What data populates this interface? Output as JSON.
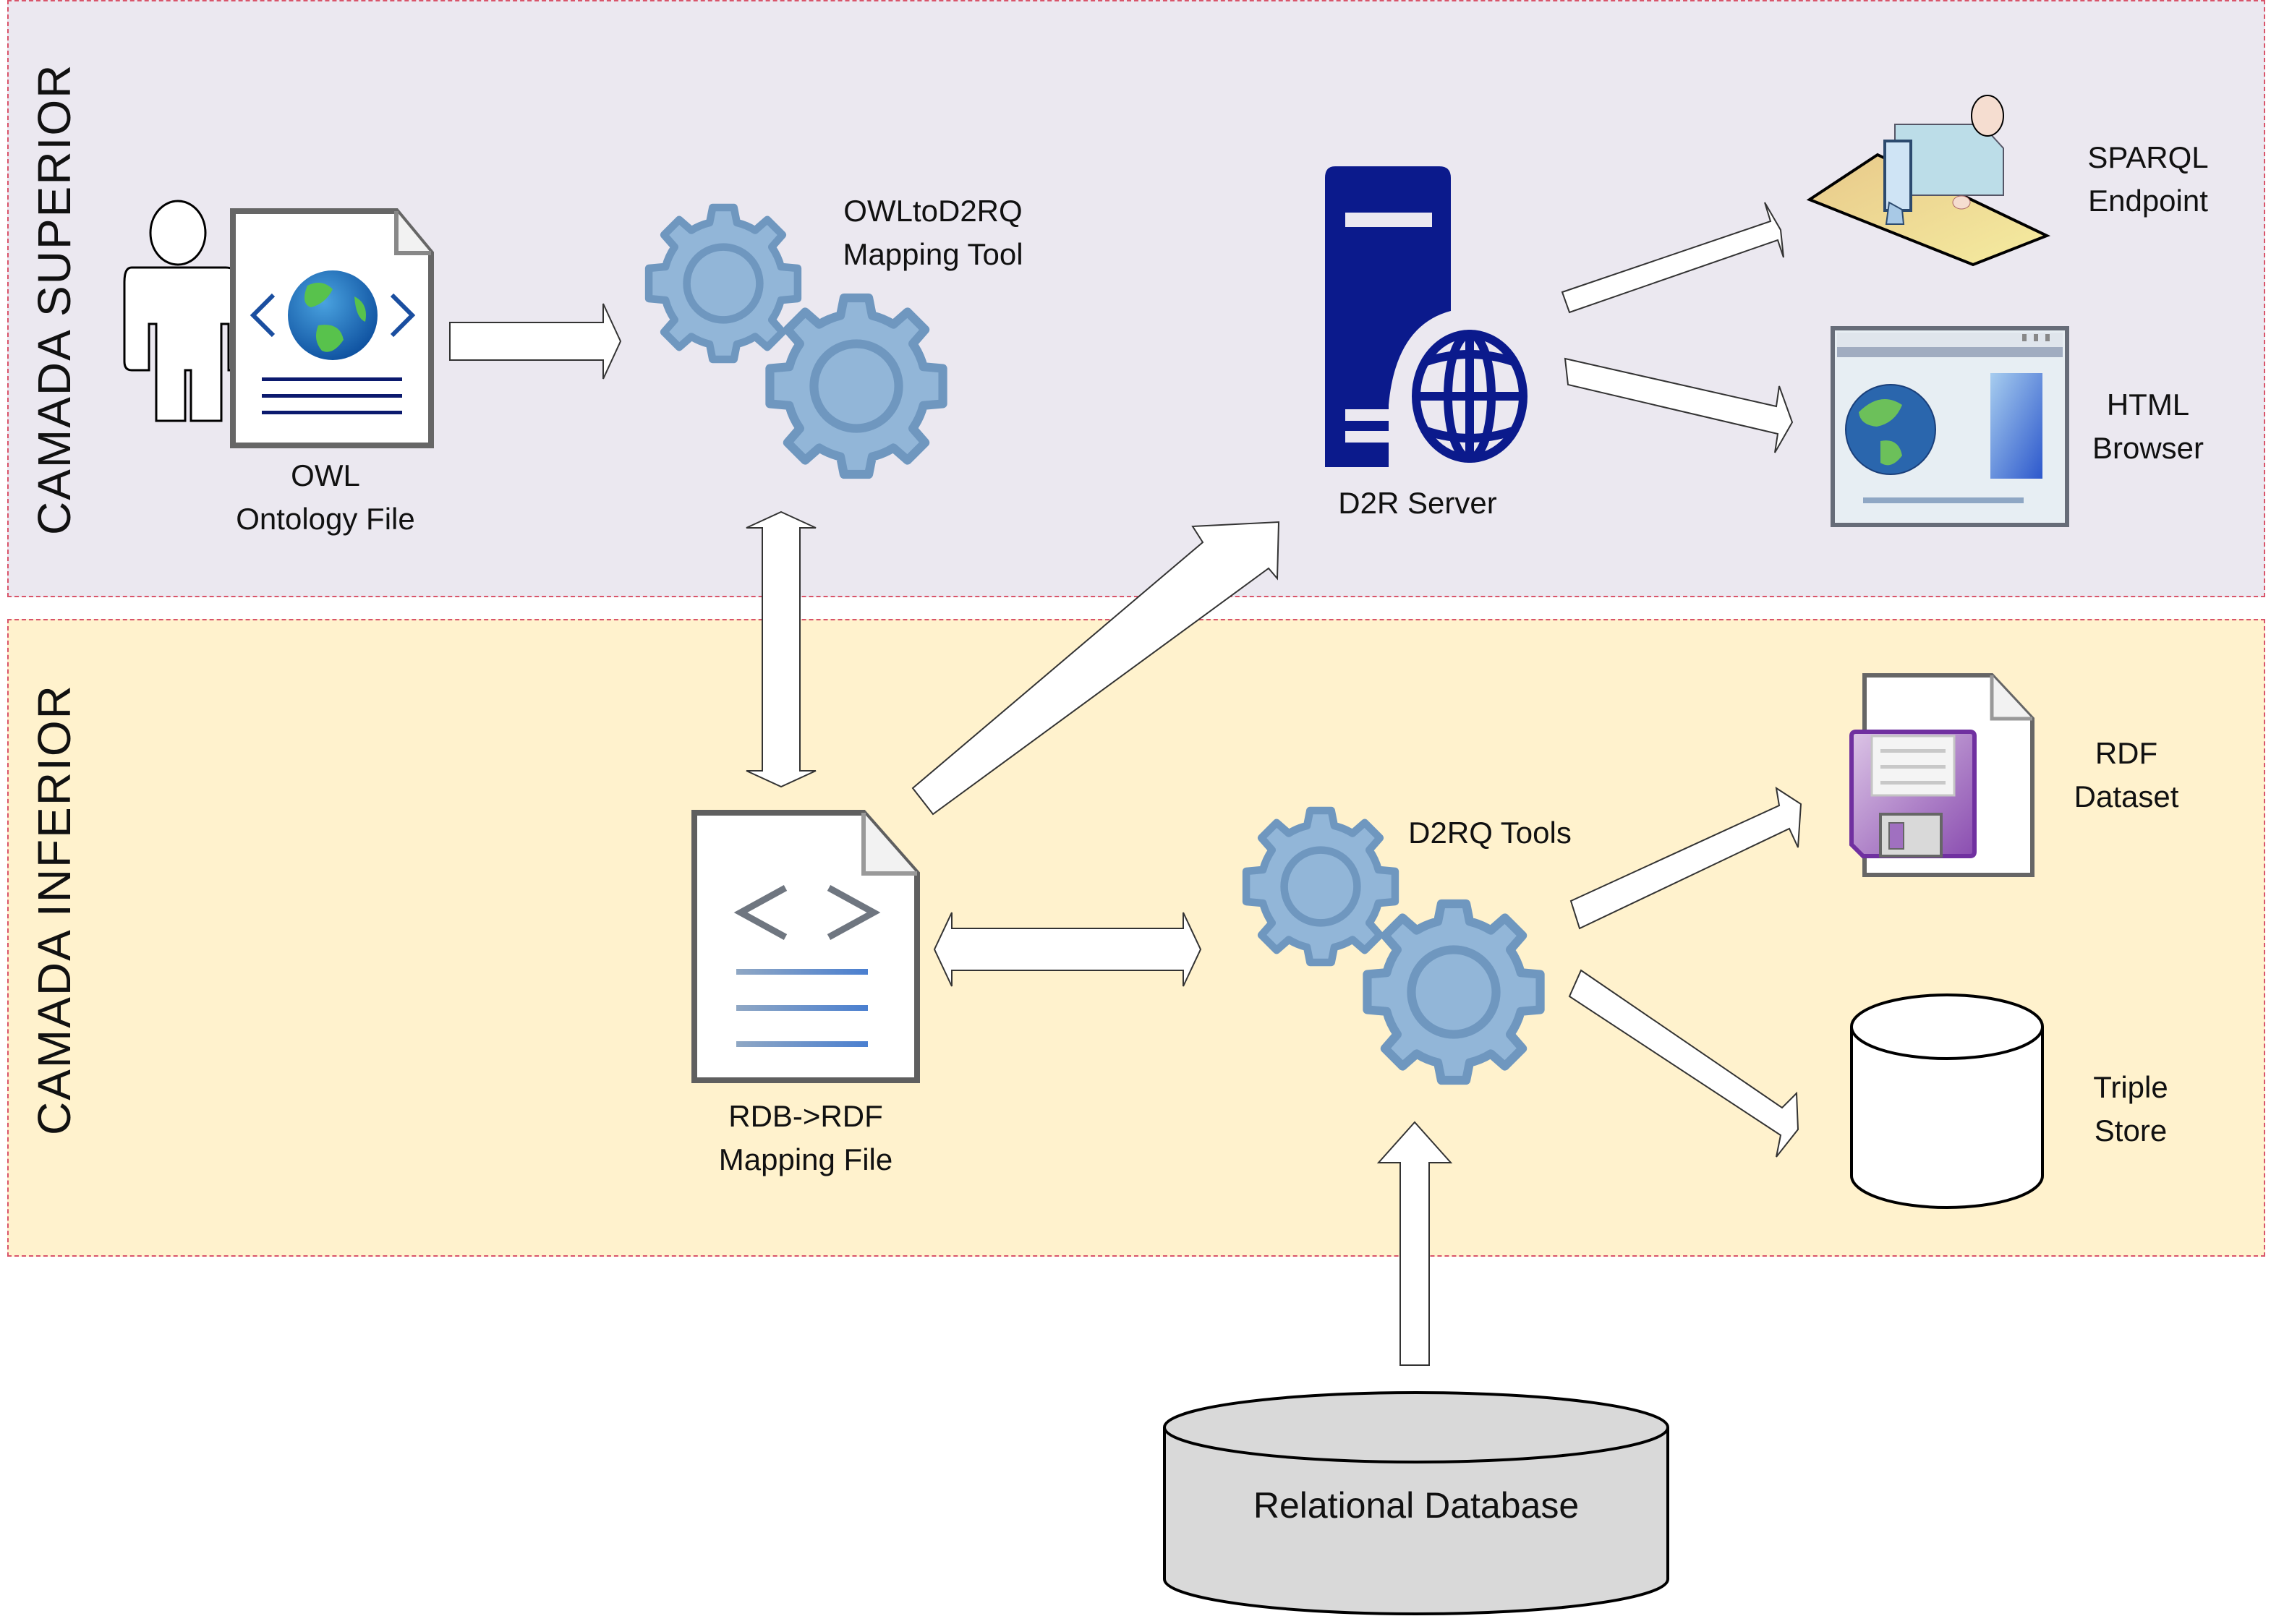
{
  "layers": {
    "upper": {
      "title": "CAMADA SUPERIOR",
      "fill": "#ebe8f0"
    },
    "lower": {
      "title": "CAMADA INFERIOR",
      "fill": "#fff2cd"
    },
    "border_color": "#d9546a"
  },
  "nodes": {
    "owl_file": {
      "line1": "OWL",
      "line2": "Ontology File"
    },
    "owl_to_d2rq": {
      "line1": "OWLtoD2RQ",
      "line2": "Mapping Tool"
    },
    "d2r_server": {
      "label": "D2R Server"
    },
    "sparql": {
      "line1": "SPARQL",
      "line2": "Endpoint"
    },
    "html_browser": {
      "line1": "HTML",
      "line2": "Browser"
    },
    "mapping_file": {
      "line1": "RDB->RDF",
      "line2": "Mapping File"
    },
    "d2rq_tools": {
      "label": "D2RQ Tools"
    },
    "rdf_dataset": {
      "line1": "RDF",
      "line2": "Dataset"
    },
    "triple_store": {
      "line1": "Triple",
      "line2": "Store"
    },
    "relational_db": {
      "label": "Relational Database"
    }
  },
  "colors": {
    "gear_fill": "#92b6d8",
    "gear_stroke": "#6f97bf",
    "server_blue": "#0b1a8c",
    "db_gray": "#d9d9d9",
    "floppy_purple": "#7030a0"
  },
  "edges": [
    {
      "from": "owl_file",
      "to": "owl_to_d2rq",
      "type": "single"
    },
    {
      "from": "owl_to_d2rq",
      "to": "mapping_file",
      "type": "double"
    },
    {
      "from": "mapping_file",
      "to": "d2r_server",
      "type": "single"
    },
    {
      "from": "d2r_server",
      "to": "sparql",
      "type": "single"
    },
    {
      "from": "d2r_server",
      "to": "html_browser",
      "type": "single"
    },
    {
      "from": "mapping_file",
      "to": "d2rq_tools",
      "type": "double"
    },
    {
      "from": "d2rq_tools",
      "to": "rdf_dataset",
      "type": "single"
    },
    {
      "from": "d2rq_tools",
      "to": "triple_store",
      "type": "single"
    },
    {
      "from": "relational_db",
      "to": "d2rq_tools",
      "type": "single"
    }
  ]
}
